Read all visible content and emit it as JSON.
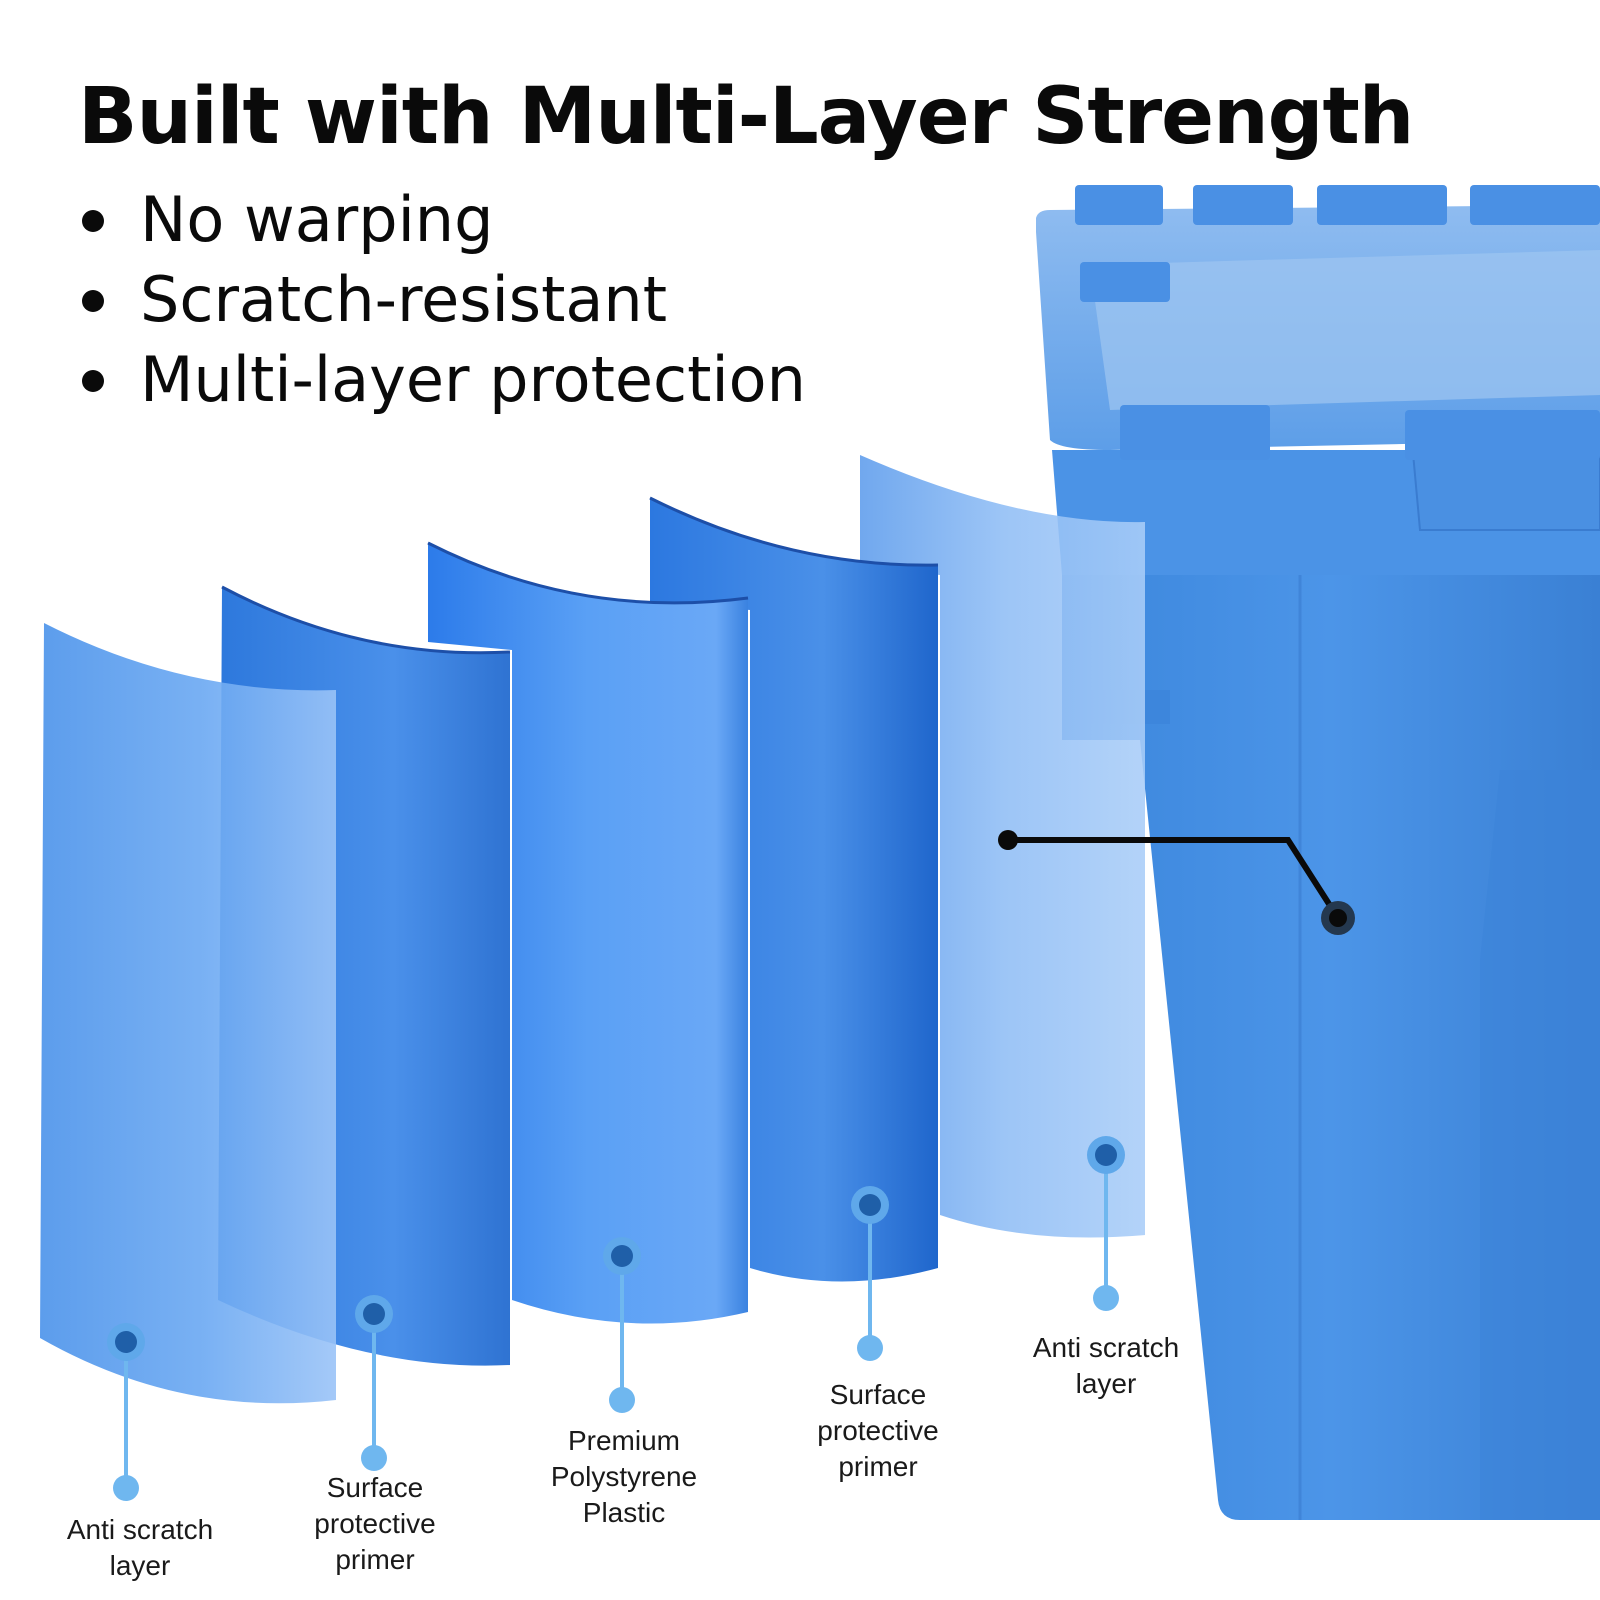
{
  "headline": "Built with Multi-Layer Strength",
  "bullets": [
    "No warping",
    "Scratch-resistant",
    "Multi-layer protection"
  ],
  "layers": [
    {
      "label": "Anti scratch\nlayer"
    },
    {
      "label": "Surface\nprotective\nprimer"
    },
    {
      "label": "Premium\nPolystyrene\nPlastic"
    },
    {
      "label": "Surface\nprotective\nprimer"
    },
    {
      "label": "Anti scratch\nlayer"
    }
  ],
  "colors": {
    "text": "#0a0a0a",
    "bin_blue": "#4a93e6",
    "bin_dark": "#3a7fd3",
    "lid": "#6aa6ea",
    "marker": "#6fb7ef",
    "leader": "#0a0a0a"
  }
}
